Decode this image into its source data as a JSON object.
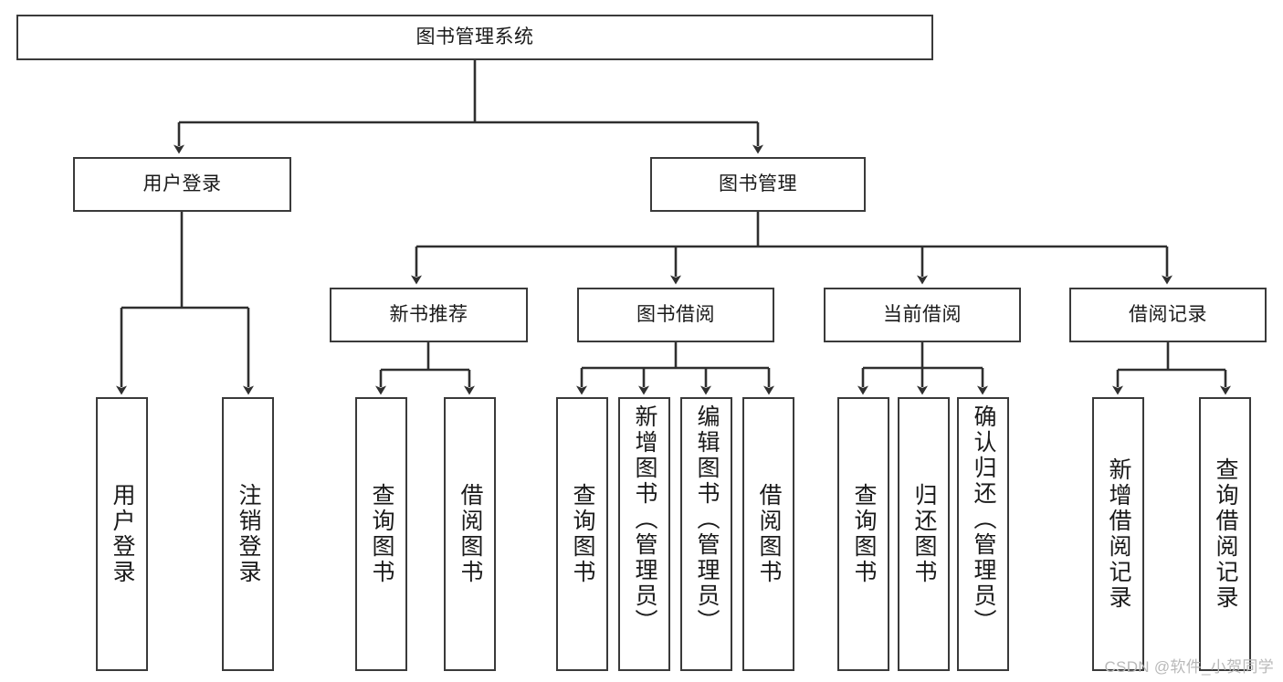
{
  "diagram": {
    "title": "图书管理系统",
    "type": "功能结构图",
    "line_color": "#3a3a3a",
    "box_fill": "#ffffff",
    "text_color": "#1a1a1a"
  },
  "root": {
    "label": "图书管理系统"
  },
  "tier1": [
    {
      "label": "用户登录"
    },
    {
      "label": "图书管理"
    }
  ],
  "tier2": [
    {
      "label": "新书推荐"
    },
    {
      "label": "图书借阅"
    },
    {
      "label": "当前借阅"
    },
    {
      "label": "借阅记录"
    }
  ],
  "leaves": {
    "user_login": [
      {
        "label": "用户登录"
      },
      {
        "label": "注销登录"
      }
    ],
    "new_book": [
      {
        "label": "查询图书"
      },
      {
        "label": "借阅图书"
      }
    ],
    "book_borrow": [
      {
        "label": "查询图书"
      },
      {
        "label": "新增图书（管理员）"
      },
      {
        "label": "编辑图书（管理员）"
      },
      {
        "label": "借阅图书"
      }
    ],
    "current_borrow": [
      {
        "label": "查询图书"
      },
      {
        "label": "归还图书"
      },
      {
        "label": "确认归还（管理员）"
      }
    ],
    "borrow_record": [
      {
        "label": "新增借阅记录"
      },
      {
        "label": "查询借阅记录"
      }
    ]
  },
  "watermark": {
    "text": "CSDN @软件_小贺同学"
  }
}
